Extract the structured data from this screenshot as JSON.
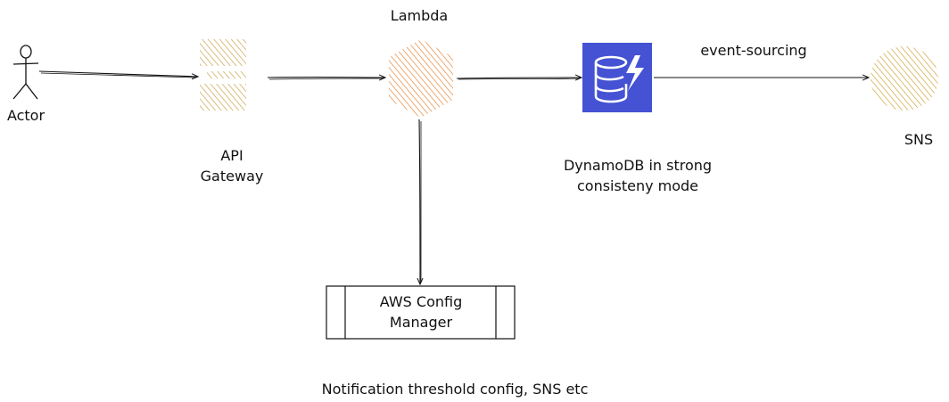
{
  "nodes": {
    "actor": {
      "label": "Actor"
    },
    "api_gateway": {
      "label_line1": "API",
      "label_line2": "Gateway"
    },
    "lambda": {
      "label": "Lambda"
    },
    "dynamodb": {
      "label_line1": "DynamoDB in strong",
      "label_line2": "consisteny mode"
    },
    "sns": {
      "label": "SNS"
    },
    "config_manager": {
      "label_line1": "AWS Config",
      "label_line2": "Manager"
    }
  },
  "edges": {
    "dynamodb_to_sns": {
      "label": "event-sourcing"
    }
  },
  "notes": {
    "bottom": "Notification threshold config, SNS etc"
  },
  "colors": {
    "api_gateway_fill": "#c9a24a",
    "lambda_fill": "#e8863a",
    "dynamodb_fill": "#3b48cc",
    "sns_fill": "#d1a33c",
    "stroke": "#111111"
  }
}
